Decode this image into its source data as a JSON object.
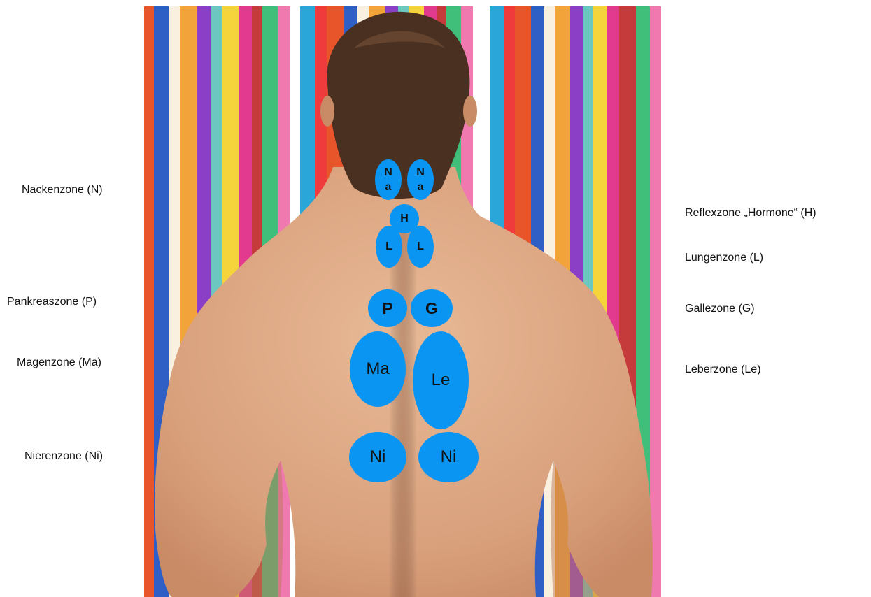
{
  "labels_left": {
    "nacken": "Nackenzone (N)",
    "pankreas": "Pankreaszone (P)",
    "magen": "Magenzone (Ma)",
    "nieren": "Nierenzone (Ni)"
  },
  "labels_right": {
    "hormone": "Reflexzone „Hormone“ (H)",
    "lungen": "Lungenzone (L)",
    "galle": "Gallezone (G)",
    "leber": "Leberzone (Le)"
  },
  "zones": {
    "na_left": "Na",
    "na_right": "Na",
    "h": "H",
    "l_left": "L",
    "l_right": "L",
    "p": "P",
    "g": "G",
    "ma": "Ma",
    "le": "Le",
    "ni_left": "Ni",
    "ni_right": "Ni"
  },
  "colors": {
    "zone_fill": "#0a95f2",
    "skin": "#e2ad8a",
    "hair": "#4a3020"
  }
}
